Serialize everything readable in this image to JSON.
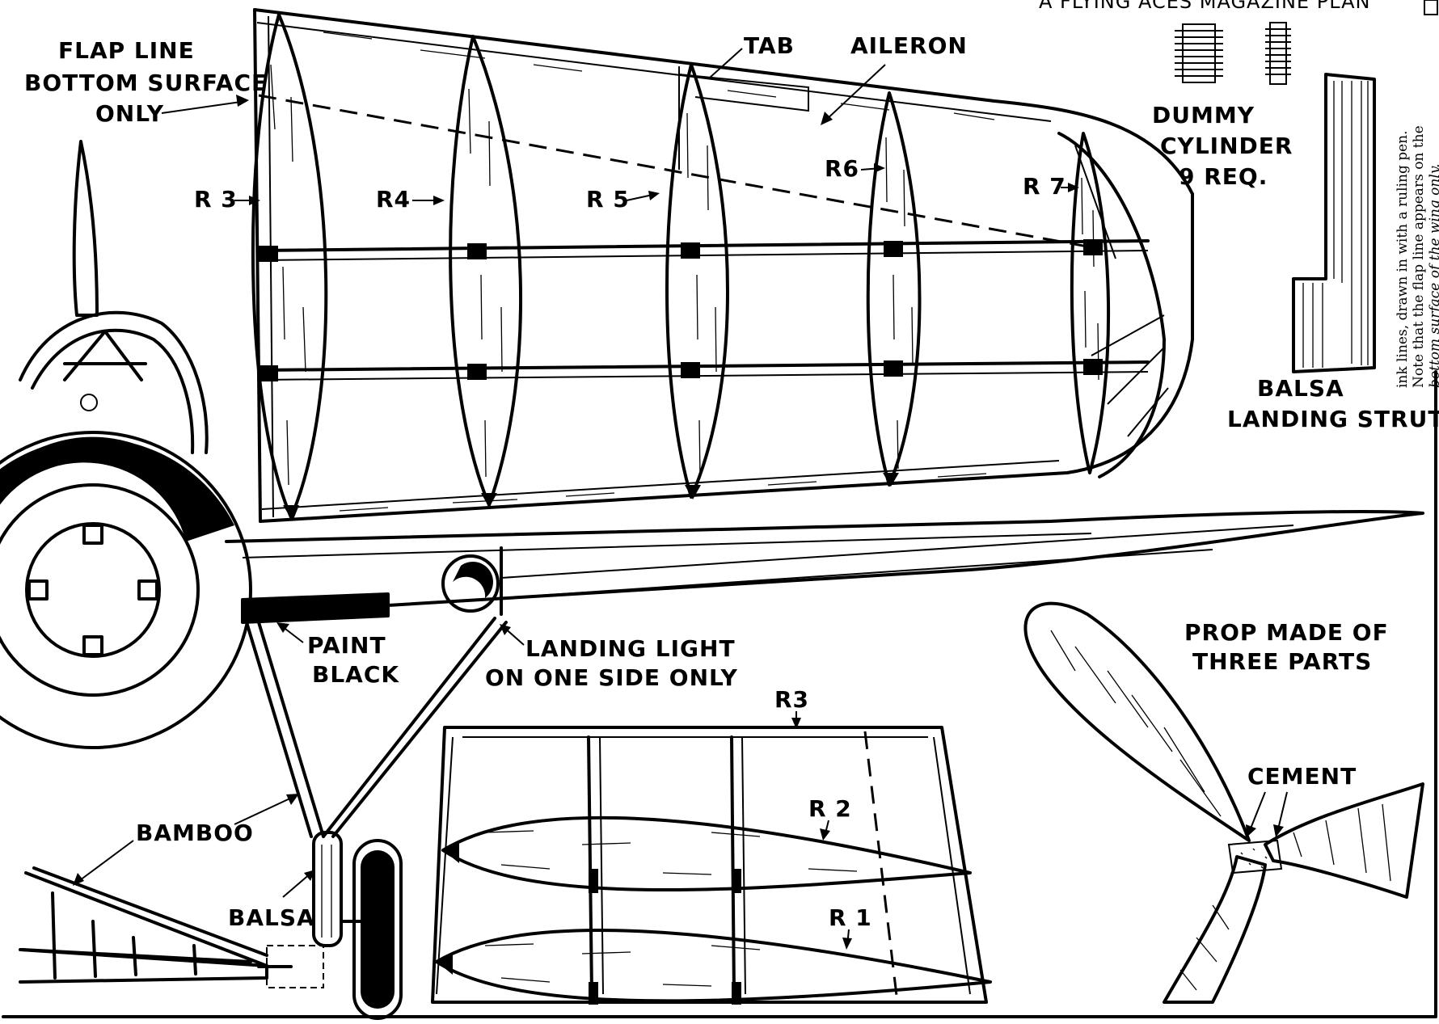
{
  "header": {
    "text": "A FLYING ACES MAGAZINE PLAN"
  },
  "labels": {
    "flap_line": [
      "FLAP LINE",
      "BOTTOM SURFACE",
      "ONLY"
    ],
    "tab": "TAB",
    "aileron": "AILERON",
    "r3": "R 3",
    "r4": "R4",
    "r5": "R 5",
    "r6": "R6",
    "r7": "R 7",
    "dummy_cylinder": [
      "DUMMY",
      "CYLINDER",
      "9 REQ."
    ],
    "balsa_landing_strut": [
      "BALSA",
      "LANDING STRUT"
    ],
    "paint_black": [
      "PAINT",
      "BLACK"
    ],
    "landing_light": [
      "LANDING LIGHT",
      "ON ONE SIDE ONLY"
    ],
    "prop": [
      "PROP MADE OF",
      "THREE PARTS"
    ],
    "cement": "CEMENT",
    "tail_r3": "R3",
    "tail_r2": "R 2",
    "tail_r1": "R 1",
    "bamboo": "BAMBOO",
    "balsa": "BALSA"
  },
  "side_note": [
    "ink lines, drawn in with a ruling pen.",
    "Note that the flap line appears on the",
    "bottom surface of the wing only."
  ]
}
